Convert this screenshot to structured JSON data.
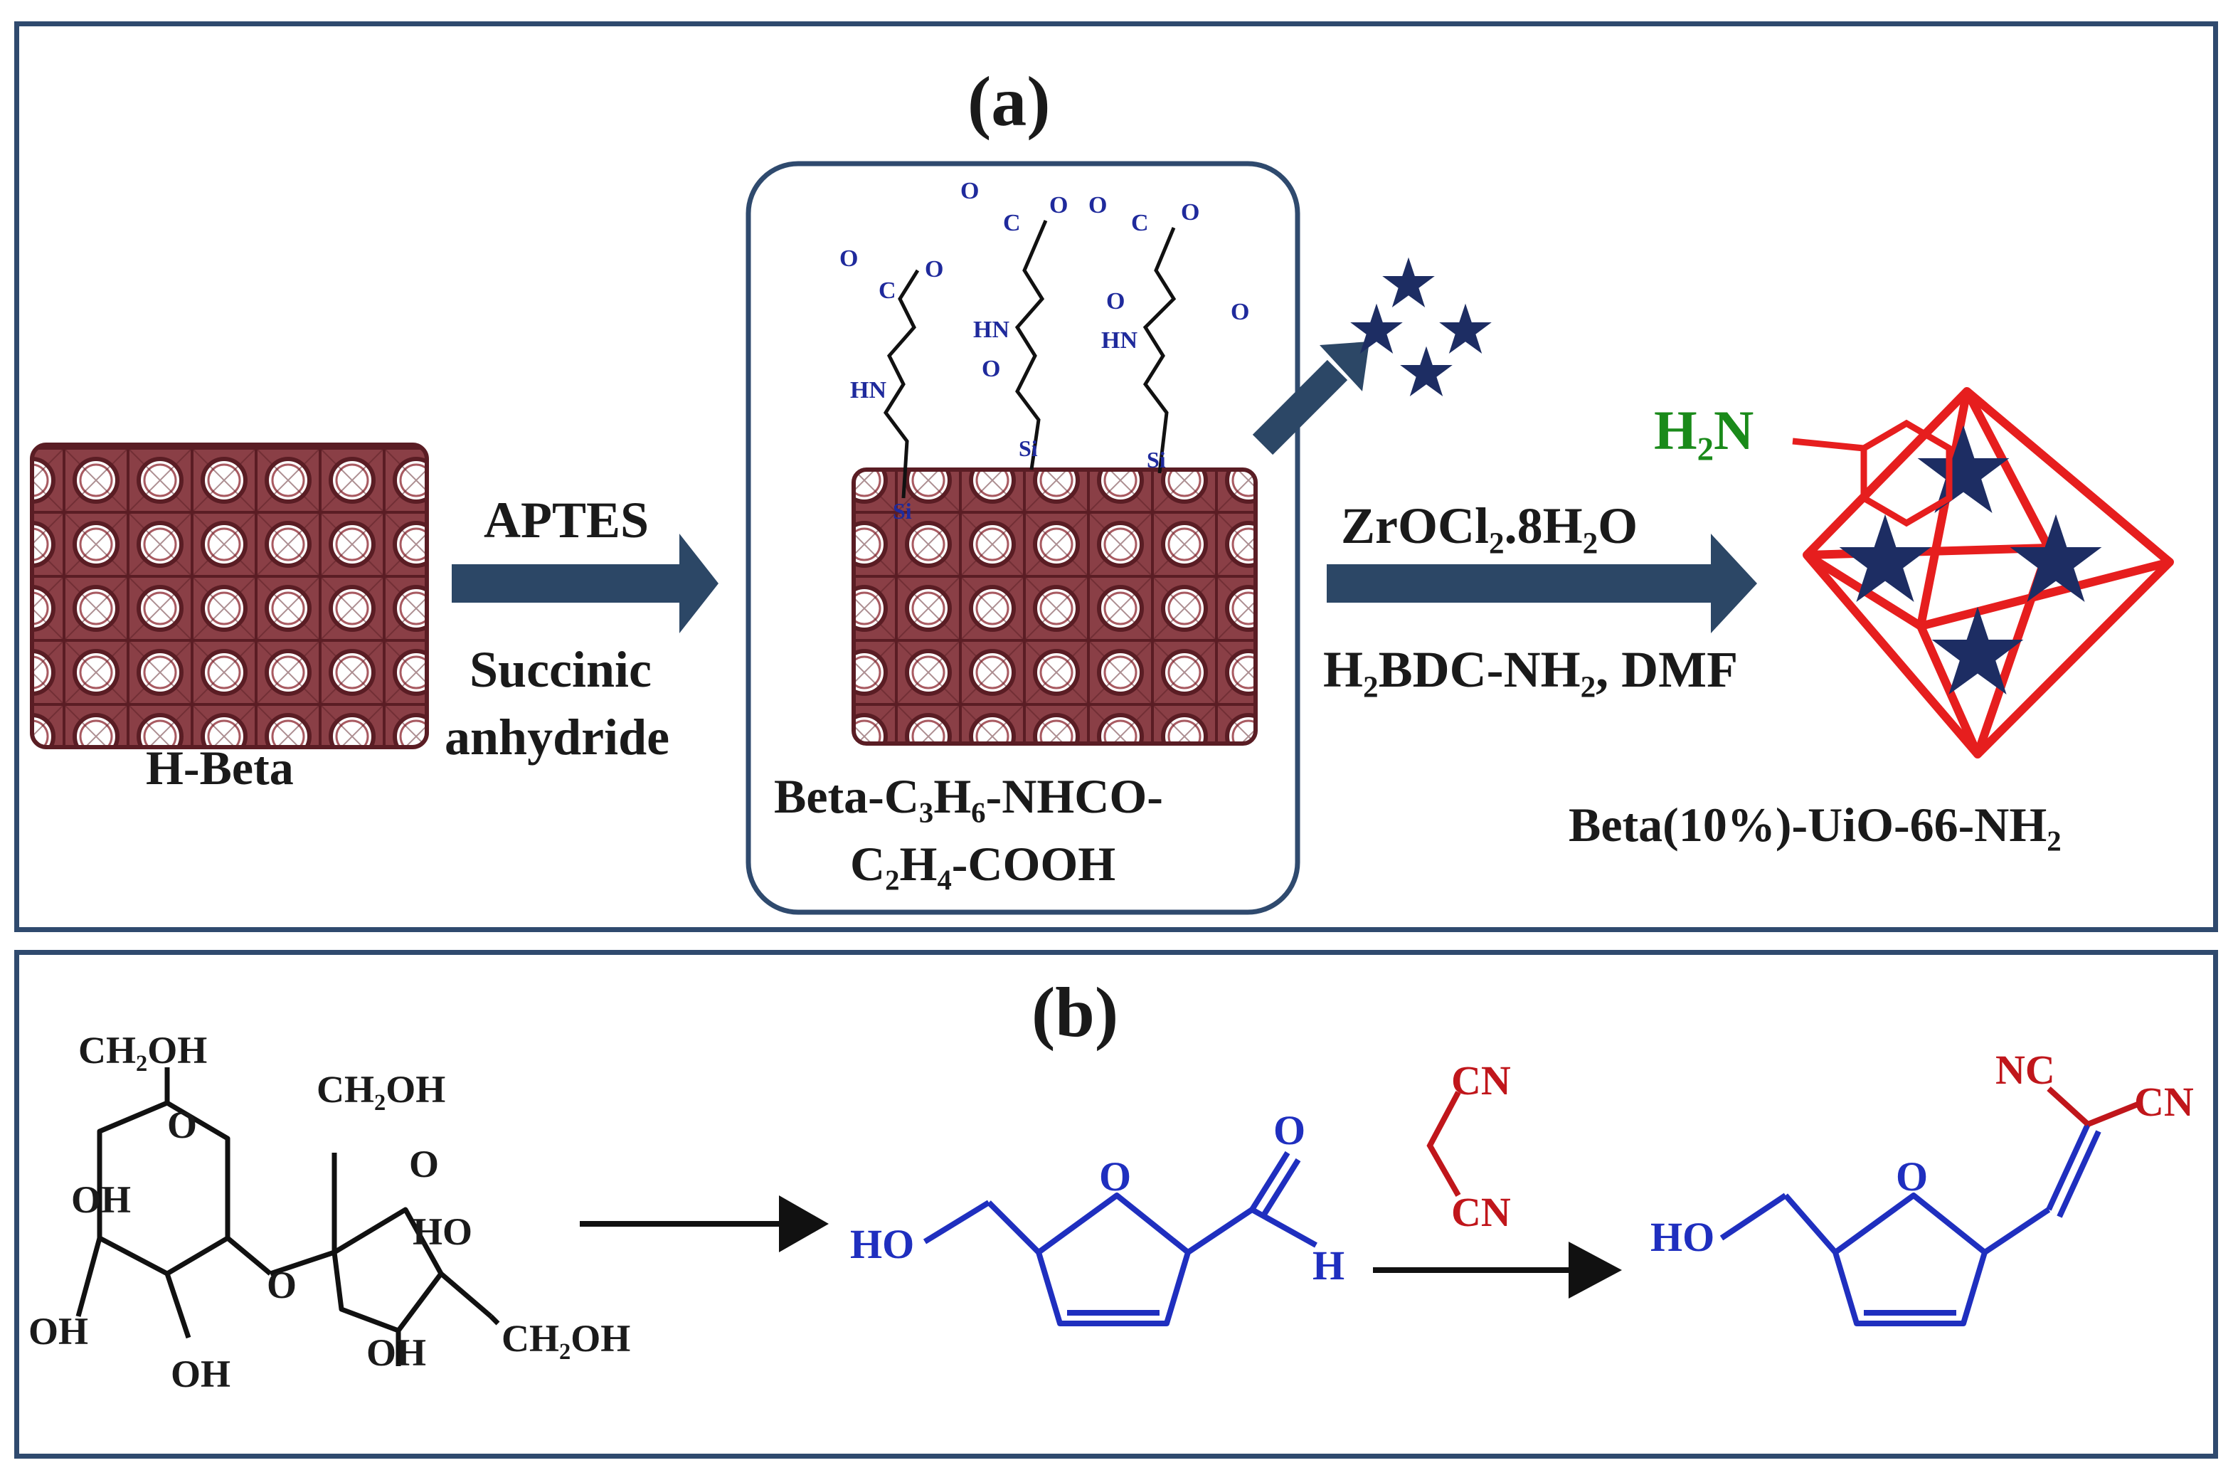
{
  "panel_a": {
    "tag": "(a)",
    "zeolite_label": "H-Beta",
    "step1_reagent_top": "APTES",
    "step1_reagent_bottom_1": "Succinic",
    "step1_reagent_bottom_2": "anhydride",
    "functionalized_label_line1": "Beta-C₃H₆-NHCO-",
    "functionalized_label_line2": "C₂H₄-COOH",
    "step2_reagent_top": "ZrOCl₂.8H₂O",
    "step2_reagent_bottom": "H₂BDC-NH₂,  DMF",
    "amine_group": "H₂N",
    "product_label": "Beta(10%)-UiO-66-NH₂",
    "linker_atoms": {
      "hn": "HN",
      "o": "O",
      "c": "C",
      "si": "Si"
    }
  },
  "panel_b": {
    "tag": "(b)",
    "sucrose_groups": {
      "ch2oh": "CH₂OH",
      "oh": "OH",
      "ho": "HO",
      "o": "O"
    },
    "hmf_groups": {
      "ho": "HO",
      "o": "O",
      "h": "H"
    },
    "malononitrile_cn": "CN",
    "product_groups": {
      "nc": "NC",
      "cn": "CN",
      "ho": "HO",
      "o": "O"
    }
  },
  "colors": {
    "border": "#2f4a6e",
    "arrow": "#2c4766",
    "zeolite": "#7a2f36",
    "linker_text": "#1f2a9c",
    "octahedron": "#e61e1e",
    "star": "#1d2d63",
    "amine": "#1a8a1a",
    "hmf": "#1f2fbf",
    "nitrile": "#c0161b"
  }
}
